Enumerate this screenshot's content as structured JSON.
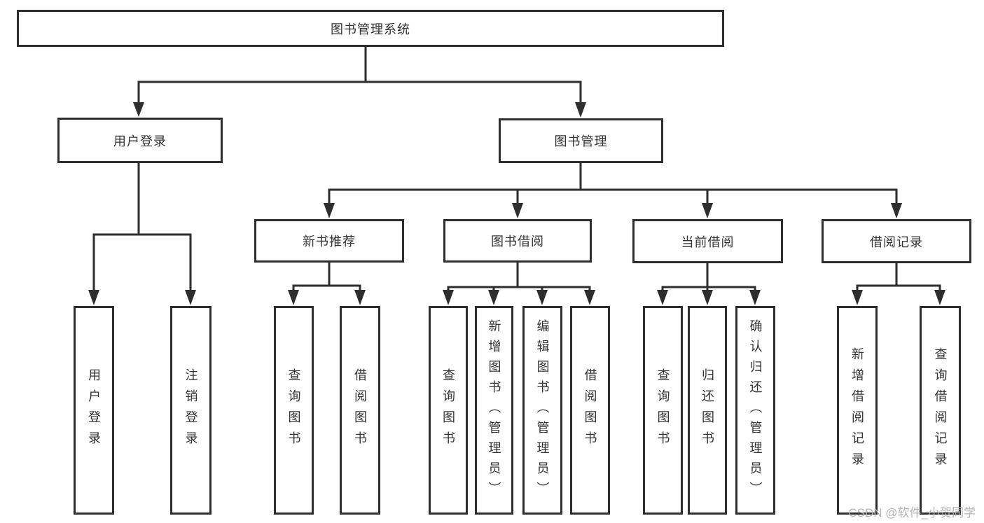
{
  "diagram_title": "图书管理系统",
  "tree": {
    "root": {
      "label": "图书管理系统",
      "children": [
        {
          "label": "用户登录",
          "leaves": [
            {
              "label": "用户登录"
            },
            {
              "label": "注销登录"
            }
          ]
        },
        {
          "label": "图书管理",
          "children": [
            {
              "label": "新书推荐",
              "leaves": [
                {
                  "label": "查询图书"
                },
                {
                  "label": "借阅图书"
                }
              ]
            },
            {
              "label": "图书借阅",
              "leaves": [
                {
                  "label": "查询图书"
                },
                {
                  "label": "新增图书（管理员）"
                },
                {
                  "label": "编辑图书（管理员）"
                },
                {
                  "label": "借阅图书"
                }
              ]
            },
            {
              "label": "当前借阅",
              "leaves": [
                {
                  "label": "查询图书"
                },
                {
                  "label": "归还图书"
                },
                {
                  "label": "确认归还（管理员）"
                }
              ]
            },
            {
              "label": "借阅记录",
              "leaves": [
                {
                  "label": "新增借阅记录"
                },
                {
                  "label": "查询借阅记录"
                }
              ]
            }
          ]
        }
      ]
    }
  },
  "watermark": "CSDN @软件_小贺同学",
  "colors": {
    "line": "#2e2e2e",
    "text": "#333333",
    "watermark": "#b3b3b3",
    "background": "#ffffff"
  }
}
